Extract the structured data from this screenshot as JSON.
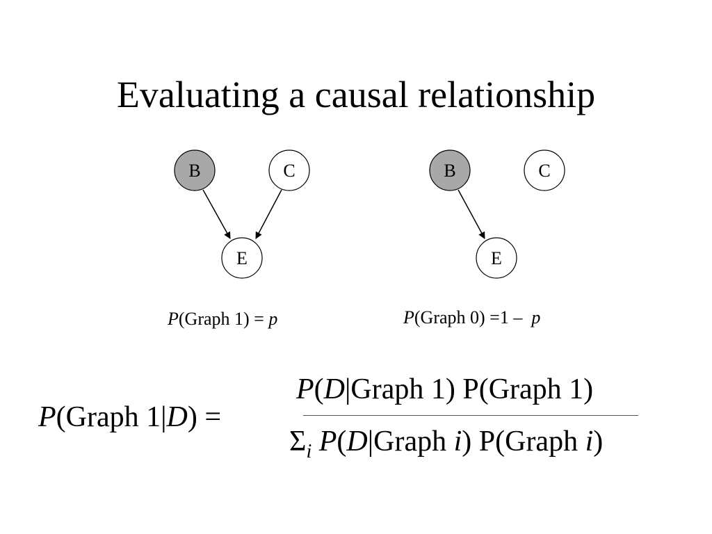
{
  "slide": {
    "title": "Evaluating a causal relationship"
  },
  "graph1": {
    "node_b": "B",
    "node_c": "C",
    "node_e": "E",
    "prob": {
      "p_symbol": "P",
      "text": "(Graph 1) = ",
      "value": "p"
    }
  },
  "graph0": {
    "node_b": "B",
    "node_c": "C",
    "node_e": "E",
    "prob": {
      "p_symbol": "P",
      "text": "(Graph 0) =1 –  ",
      "value": "p"
    }
  },
  "formula": {
    "lhs": {
      "p": "P",
      "open": "(Graph 1|",
      "d": "D",
      "close": ") ="
    },
    "numerator": {
      "p": "P",
      "open": "(",
      "d": "D",
      "rest": "|Graph 1) P(Graph 1)"
    },
    "denominator": {
      "sigma": "Σ",
      "sub": "i",
      "p": " P",
      "open": "(",
      "d": "D",
      "mid": "|Graph ",
      "i1": "i",
      "mid2": ") P(Graph ",
      "i2": "i",
      "close": ")"
    }
  },
  "colors": {
    "shaded_node": "#a8a8a8",
    "plain_node": "#ffffff"
  }
}
